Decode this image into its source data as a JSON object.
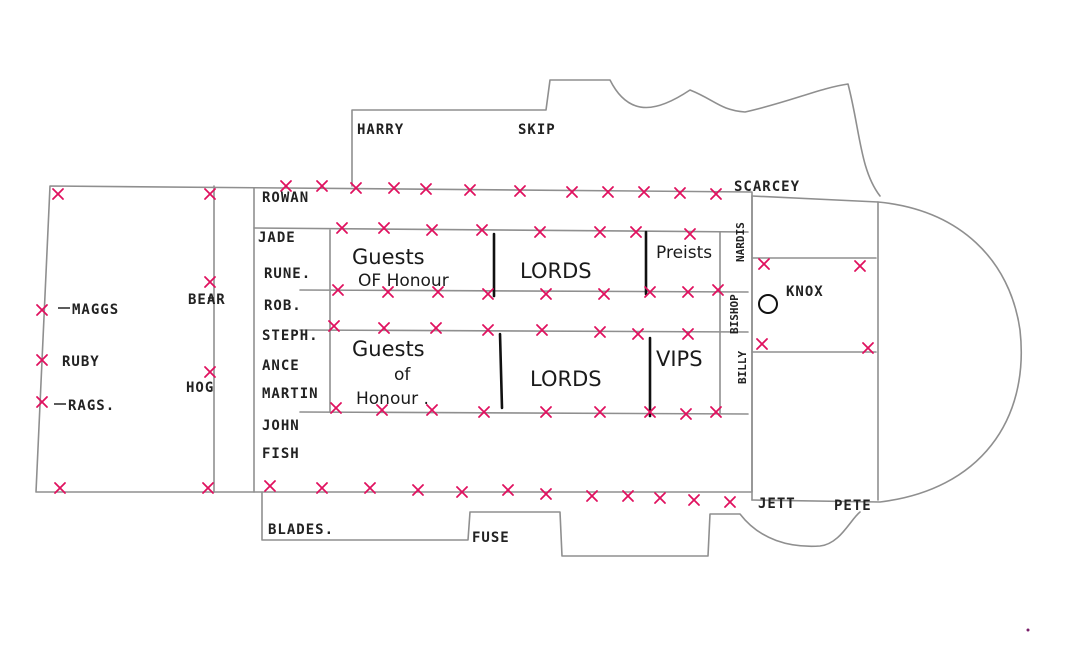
{
  "labels": {
    "harry": "HARRY",
    "skip": "SKIP",
    "scarcey": "SCARCEY",
    "rowan": "ROWAN",
    "jade": "JADE",
    "rune": "RUNE.",
    "rob": "ROB.",
    "steph": "STEPH.",
    "ance": "ANCE",
    "martin": "MARTIN",
    "john": "JOHN",
    "fish": "FISH",
    "maggs": "MAGGS",
    "ruby": "RUBY",
    "rags": "RAGS.",
    "bear": "BEAR",
    "hog": "HOG",
    "blades": "BLADES.",
    "fuse": "FUSE",
    "jett": "JETT",
    "pete": "PETE",
    "knox": "KNOX",
    "bishop": "BISHOP",
    "nardis": "NARDIS",
    "billy": "BILLY"
  },
  "sections": {
    "guests_top_line1": "Guests",
    "guests_top_line2": "OF Honour",
    "lords_top": "LORDS",
    "priests": "Preists",
    "guests_bottom_line1": "Guests",
    "guests_bottom_line2": "of",
    "guests_bottom_line3": "Honour .",
    "lords_bottom": "LORDS",
    "vips": "VIPS"
  },
  "colors": {
    "cross": "#e0115f",
    "wall": "#8f8f8f",
    "ink": "#1a1a1a"
  }
}
